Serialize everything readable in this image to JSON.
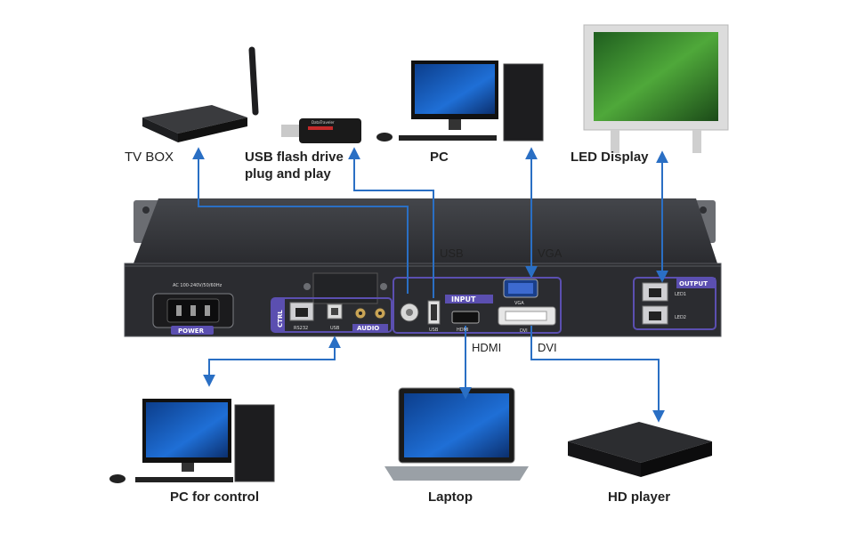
{
  "devices": {
    "tv_box": "TV BOX",
    "usb_flash": "USB flash drive\nplug and play",
    "usb_flash_line1": "USB flash drive",
    "usb_flash_line2": "plug and play",
    "pc": "PC",
    "led_display": "LED Display",
    "pc_control": "PC for control",
    "laptop": "Laptop",
    "hd_player": "HD player"
  },
  "ports": {
    "usb": "USB",
    "vga": "VGA",
    "hdmi": "HDMI",
    "dvi": "DVI"
  },
  "panel": {
    "power": "POWER",
    "power_spec": "AC 100-240V/50/60Hz",
    "ctrl": "CTRL",
    "rs232": "RS232",
    "usb_small": "USB",
    "audio": "AUDIO",
    "input": "INPUT",
    "usb_port": "USB",
    "hdmi_port": "HDMI",
    "vga_port": "VGA",
    "dvi_port": "DVI",
    "output": "OUTPUT",
    "led1": "LED1",
    "led2": "LED2",
    "flash_brand": "DataTraveler"
  },
  "colors": {
    "arrow": "#2a6fc4",
    "chassis": "#3a3b3f",
    "panel": "#2b2c30",
    "accent_purple": "#5b4fb0"
  }
}
